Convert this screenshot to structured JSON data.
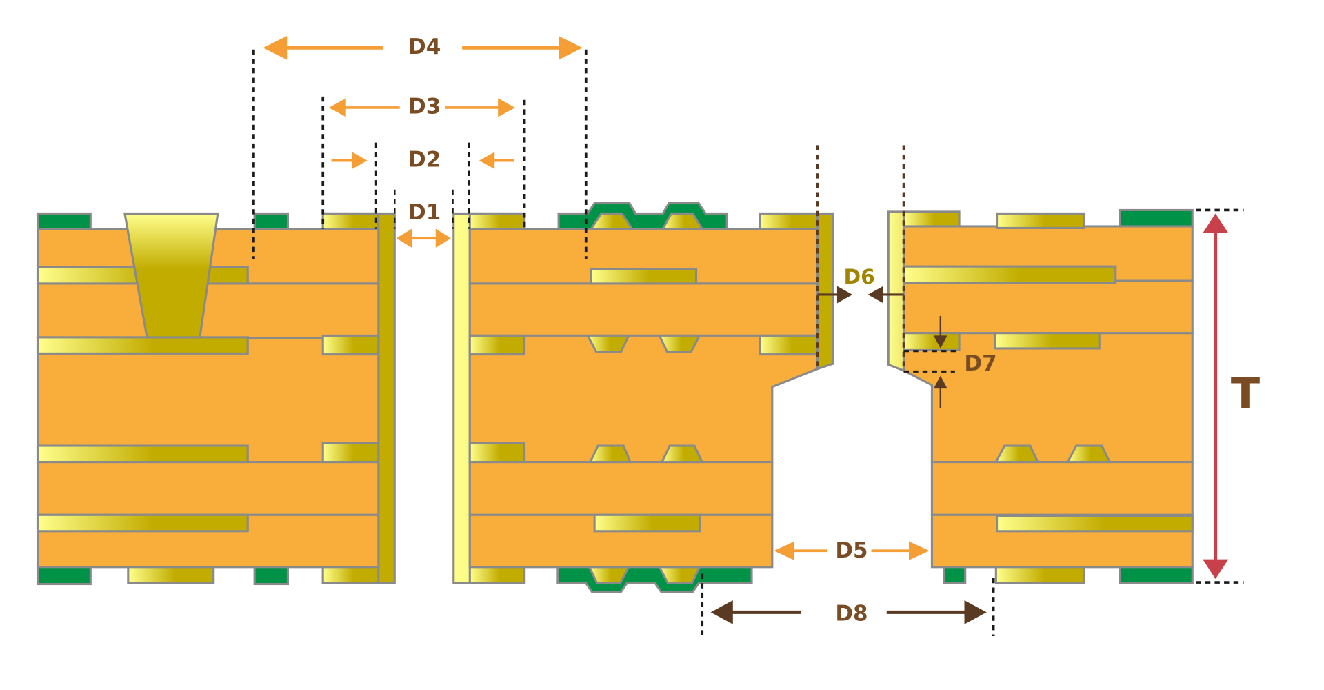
{
  "diagram": {
    "title": "PCB cross-section design dimensions",
    "labels": {
      "d1": "D1",
      "d2": "D2",
      "d3": "D3",
      "d4": "D4",
      "d5": "D5",
      "d6": "D6",
      "d7": "D7",
      "d8": "D8",
      "t": "T"
    },
    "colors": {
      "core": "#F9AE3B",
      "copper_dark": "#C2AC00",
      "copper_light": "#FFFF8C",
      "solder_mask": "#009246",
      "outline": "#8A8A8A",
      "arrow_orange": "#F59E36",
      "arrow_brown": "#5A3A22",
      "label_brown": "#7A4C24",
      "label_olive": "#A08600",
      "thickness_arrow": "#C8404A"
    }
  }
}
